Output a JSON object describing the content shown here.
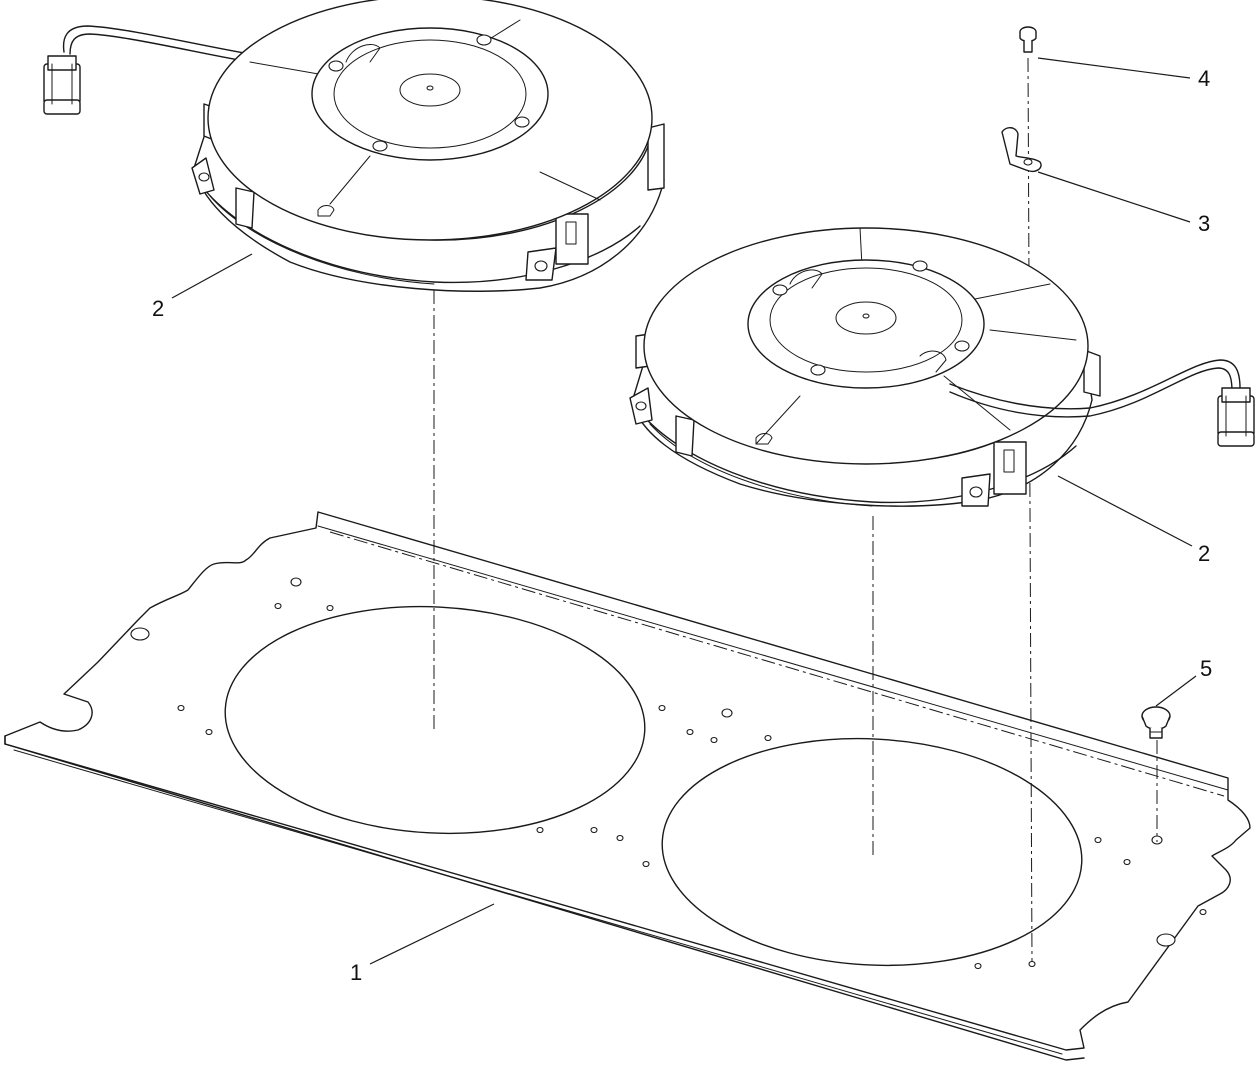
{
  "callouts": [
    {
      "id": "plate",
      "label": "1"
    },
    {
      "id": "fan-left",
      "label": "2"
    },
    {
      "id": "fan-right",
      "label": "2"
    },
    {
      "id": "clip",
      "label": "3"
    },
    {
      "id": "screw",
      "label": "4"
    },
    {
      "id": "push-rivet",
      "label": "5"
    }
  ]
}
